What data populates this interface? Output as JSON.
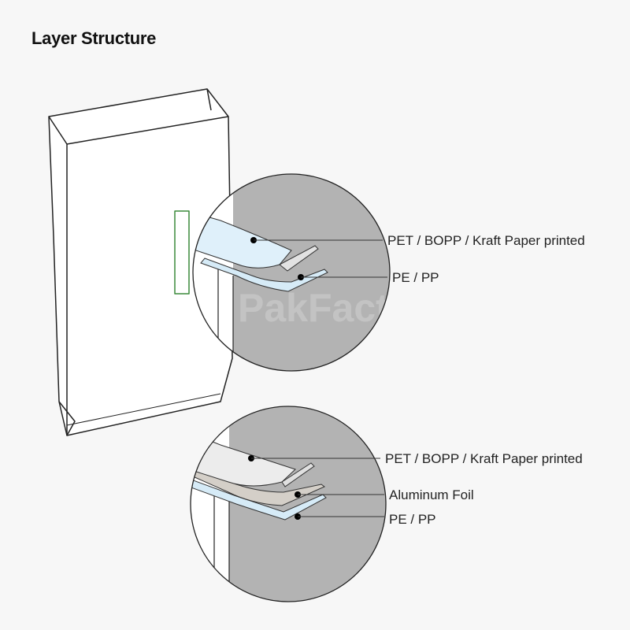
{
  "title": "Layer Structure",
  "watermark": "PakFactory",
  "colors": {
    "background": "#f7f7f7",
    "circle_fill": "#b3b3b3",
    "pe_pp": "#d6ebf7",
    "pet": "#ececec",
    "foil": "#d4cfc8"
  },
  "detail_top": {
    "labels": [
      "PET / BOPP / Kraft Paper printed",
      "PE / PP"
    ]
  },
  "detail_bottom": {
    "labels": [
      "PET / BOPP / Kraft Paper printed",
      "Aluminum Foil",
      "PE / PP"
    ]
  }
}
